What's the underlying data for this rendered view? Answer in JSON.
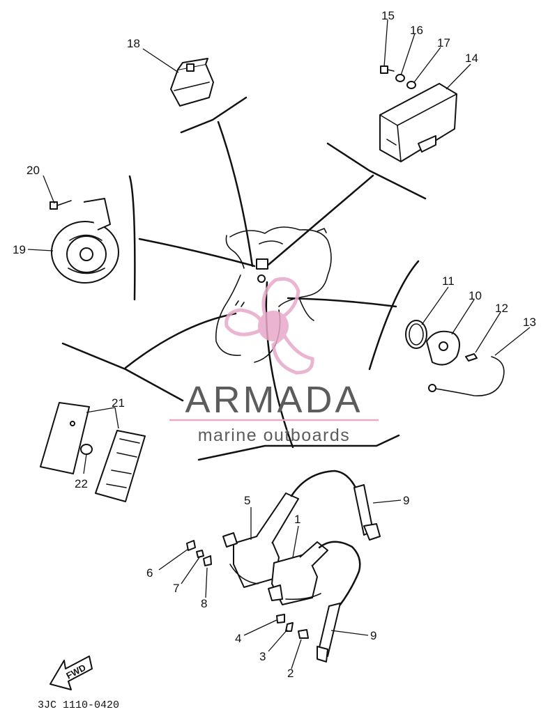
{
  "callouts": [
    "1",
    "2",
    "3",
    "4",
    "5",
    "6",
    "7",
    "8",
    "9",
    "9",
    "10",
    "11",
    "12",
    "13",
    "14",
    "15",
    "16",
    "17",
    "18",
    "19",
    "20",
    "21",
    "22"
  ],
  "watermark": {
    "name": "ARMADA",
    "tagline": "marine outboards",
    "accent_color": "#e8a8c8",
    "text_color": "#5c5c5c"
  },
  "fwd_label": "FWD",
  "diagram_code": "3JC 1110-0420"
}
